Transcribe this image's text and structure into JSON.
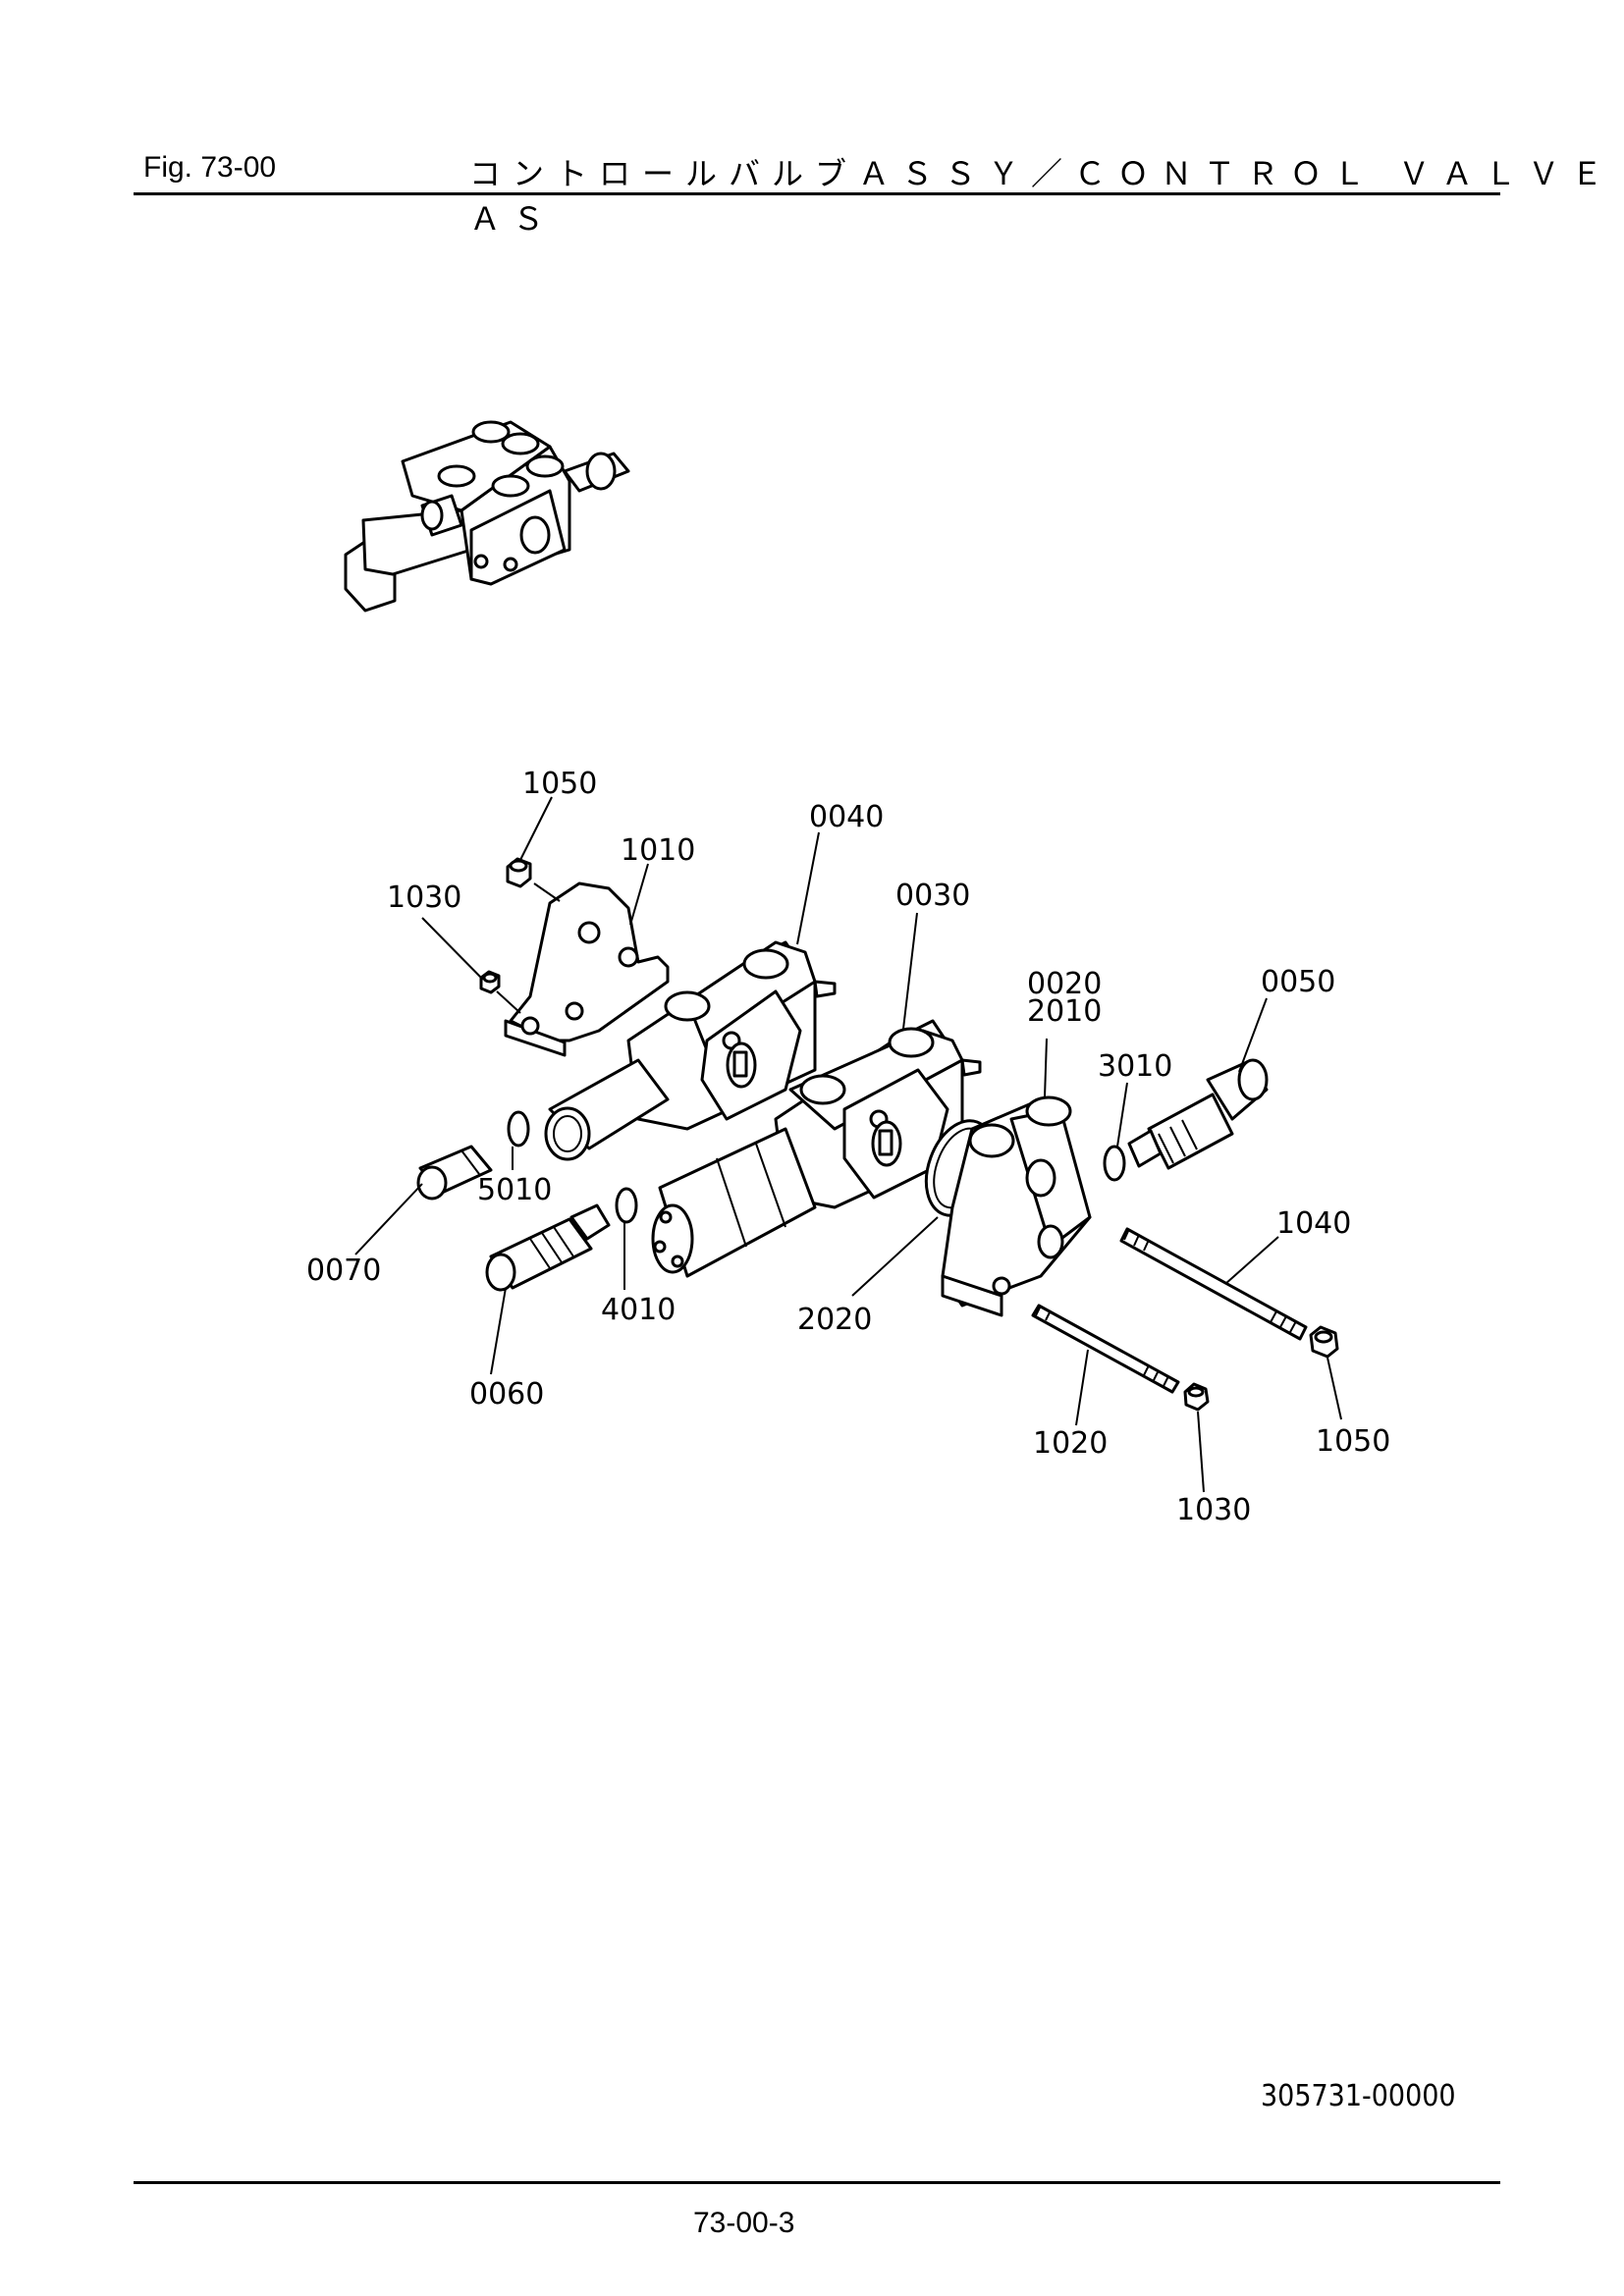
{
  "header": {
    "figure": "Fig.  73-00",
    "title": "コントロールバルブＡＳＳＹ／ＣＯＮＴＲＯＬ ＶＡＬＶＥ ＡＳ"
  },
  "callouts": {
    "c1050a": "1050",
    "c1010": "1010",
    "c0040": "0040",
    "c1030a": "1030",
    "c0030": "0030",
    "c0020": "0020",
    "c2010": "2010",
    "c0050": "0050",
    "c3010": "3010",
    "c5010": "5010",
    "c0070": "0070",
    "c1040": "1040",
    "c4010": "4010",
    "c2020": "2020",
    "c0060": "0060",
    "c1020": "1020",
    "c1050b": "1050",
    "c1030b": "1030"
  },
  "footer": {
    "doc_number": "305731-00000",
    "page_number": "73-00-3"
  }
}
